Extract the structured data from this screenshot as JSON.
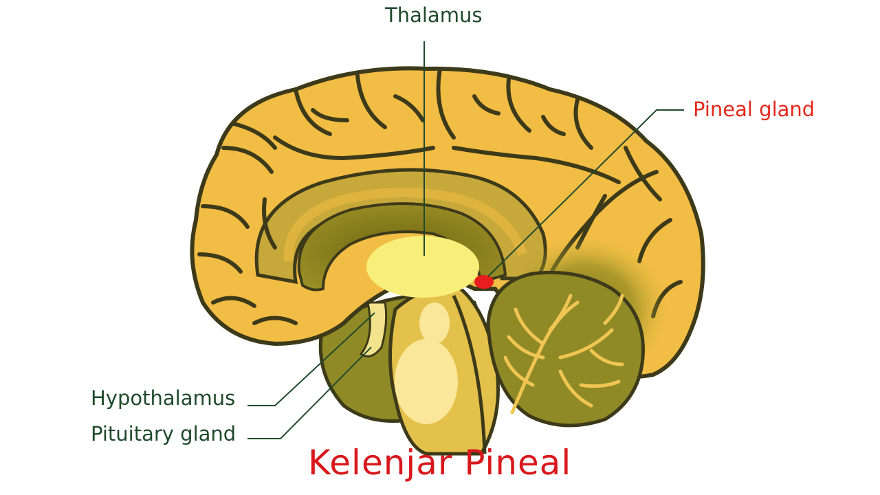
{
  "labels": {
    "thalamus": "Thalamus",
    "pineal_gland": "Pineal gland",
    "hypothalamus": "Hypothalamus",
    "pituitary_gland": "Pituitary gland"
  },
  "caption": "Kelenjar Pineal",
  "colors": {
    "cerebrum": "#f2bd44",
    "sulcus_line": "#3d3a1a",
    "inner_band": "#c7a83a",
    "dark_core": "#8a7c1c",
    "thalamus": "#f8ef7a",
    "cerebellum": "#8f8a26",
    "cerebellum_branch": "#f0c552",
    "brainstem": "#e4c14a",
    "pons_highlight": "#fae79a",
    "pineal": "#e81d1d",
    "label_green": "#1f4a2c",
    "label_red": "#e3281c",
    "leader_line": "#1f4a2c"
  }
}
